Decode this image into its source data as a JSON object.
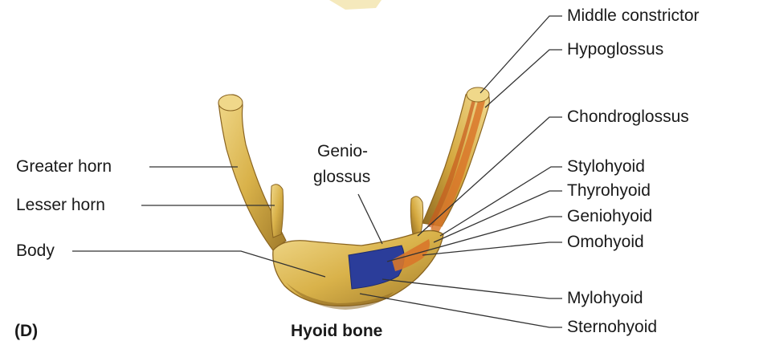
{
  "figure": {
    "panel_letter": "(D)",
    "caption": "Hyoid bone"
  },
  "labels": {
    "left": {
      "greater_horn": "Greater horn",
      "lesser_horn": "Lesser horn",
      "body": "Body"
    },
    "center": {
      "genio_line1": "Genio-",
      "genio_line2": "glossus"
    },
    "right": {
      "middle_constrictor": "Middle constrictor",
      "hypoglossus": "Hypoglossus",
      "chondroglossus": "Chondroglossus",
      "stylohyoid": "Stylohyoid",
      "thyrohyoid": "Thyrohyoid",
      "geniohyoid": "Geniohyoid",
      "omohyoid": "Omohyoid",
      "mylohyoid": "Mylohyoid",
      "sternohyoid": "Sternohyoid"
    }
  },
  "colors": {
    "bone": "#d9b24a",
    "bone_shadow": "#a07a2a",
    "bone_highlight": "#f0d88a",
    "muscle_attachment_blue": "#2b3d9a",
    "muscle_attachment_orange": "#d9772a",
    "leader_line": "#333333"
  }
}
